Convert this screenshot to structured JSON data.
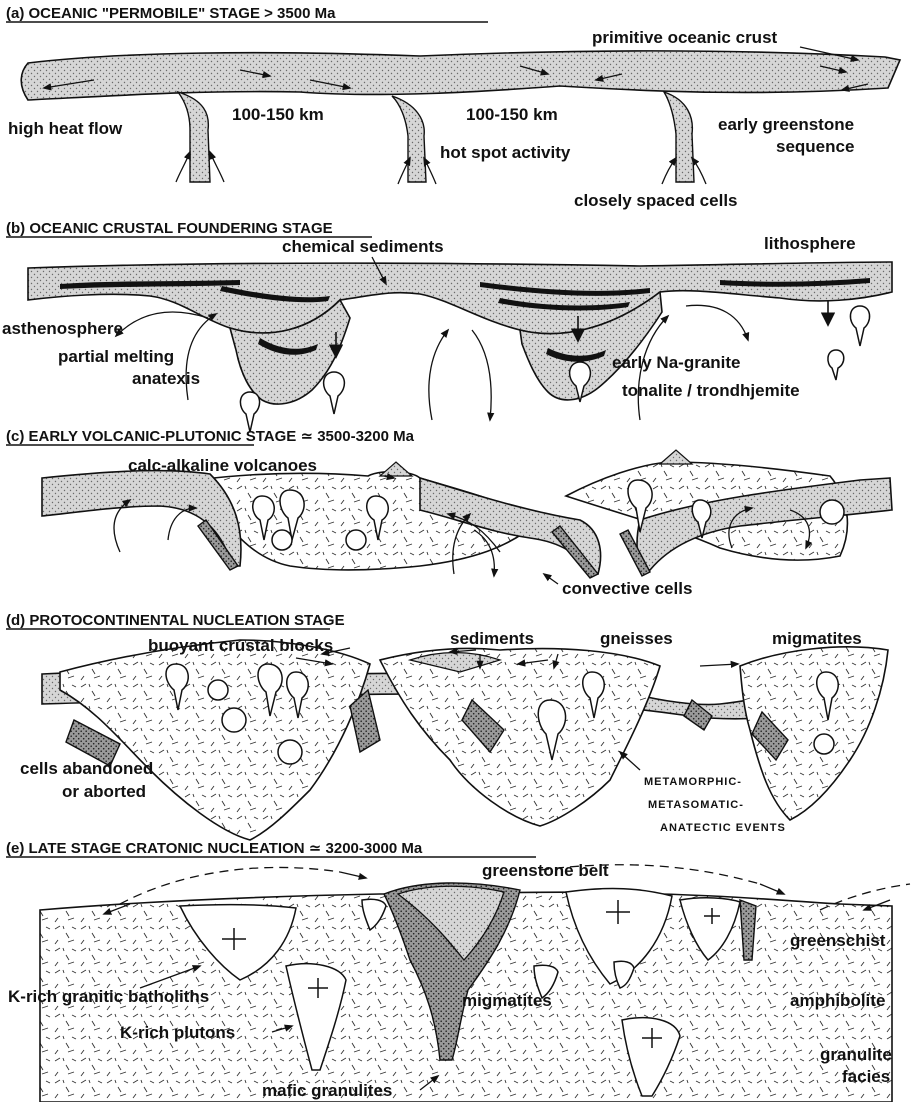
{
  "panels": {
    "a": {
      "title": "(a) OCEANIC \"PERMOBILE\" STAGE  > 3500 Ma",
      "labels": [
        "primitive oceanic crust",
        "100-150 km",
        "100-150 km",
        "high heat flow",
        "hot spot activity",
        "early greenstone",
        "sequence",
        "closely spaced cells"
      ]
    },
    "b": {
      "title": "(b) OCEANIC  CRUSTAL FOUNDERING STAGE",
      "labels": [
        "chemical sediments",
        "lithosphere",
        "asthenosphere",
        "partial melting",
        "anatexis",
        "early Na-granite",
        "tonalite / trondhjemite"
      ]
    },
    "c": {
      "title": "(c) EARLY VOLCANIC-PLUTONIC STAGE  ≃  3500-3200 Ma",
      "labels": [
        "calc-alkaline volcanoes",
        "convective cells"
      ]
    },
    "d": {
      "title": "(d) PROTOCONTINENTAL NUCLEATION STAGE",
      "labels": [
        "buoyant crustal blocks",
        "sediments",
        "gneisses",
        "migmatites",
        "cells abandoned",
        "or aborted",
        "METAMORPHIC-",
        "METASOMATIC-",
        "ANATECTIC EVENTS"
      ]
    },
    "e": {
      "title": "(e) LATE STAGE CRATONIC NUCLEATION   ≃  3200-3000 Ma",
      "labels": [
        "greenstone belt",
        "greenschist",
        "K-rich granitic batholiths",
        "migmatites",
        "amphibolite",
        "K-rich plutons",
        "granulite",
        "facies",
        "mafic granulites"
      ]
    }
  }
}
